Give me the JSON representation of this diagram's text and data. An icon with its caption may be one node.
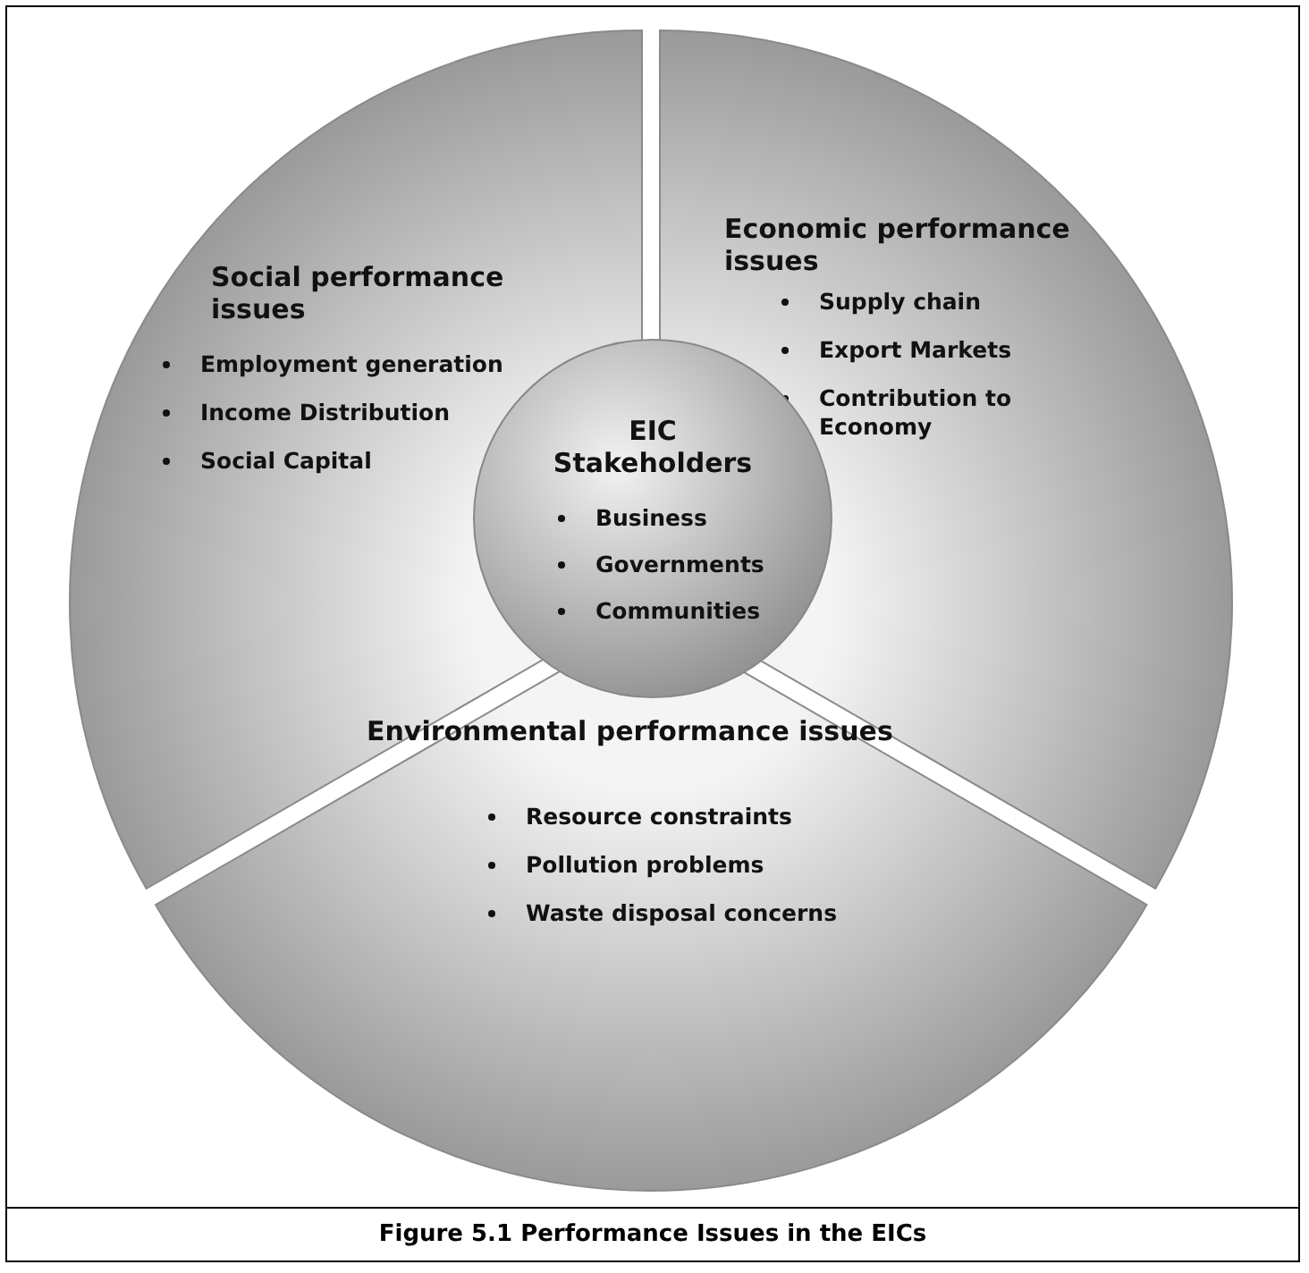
{
  "diagram": {
    "caption": "Figure 5.1 Performance Issues in the EICs",
    "nodes": [
      {
        "text": [
          "Social performance issues",
          "Employment generation",
          "Income Distribution",
          "Social Capital"
        ]
      },
      {
        "text": [
          "Economic performance issues",
          "Supply chain",
          "Export Markets",
          "Contribution to Economy"
        ]
      },
      {
        "text": [
          "Environmental performance issues",
          "Resource constraints",
          "Pollution problems",
          "Waste disposal concerns"
        ]
      },
      {
        "text": [
          "EIC Stakeholders",
          "Business",
          "Governments",
          "Communities"
        ]
      }
    ]
  }
}
